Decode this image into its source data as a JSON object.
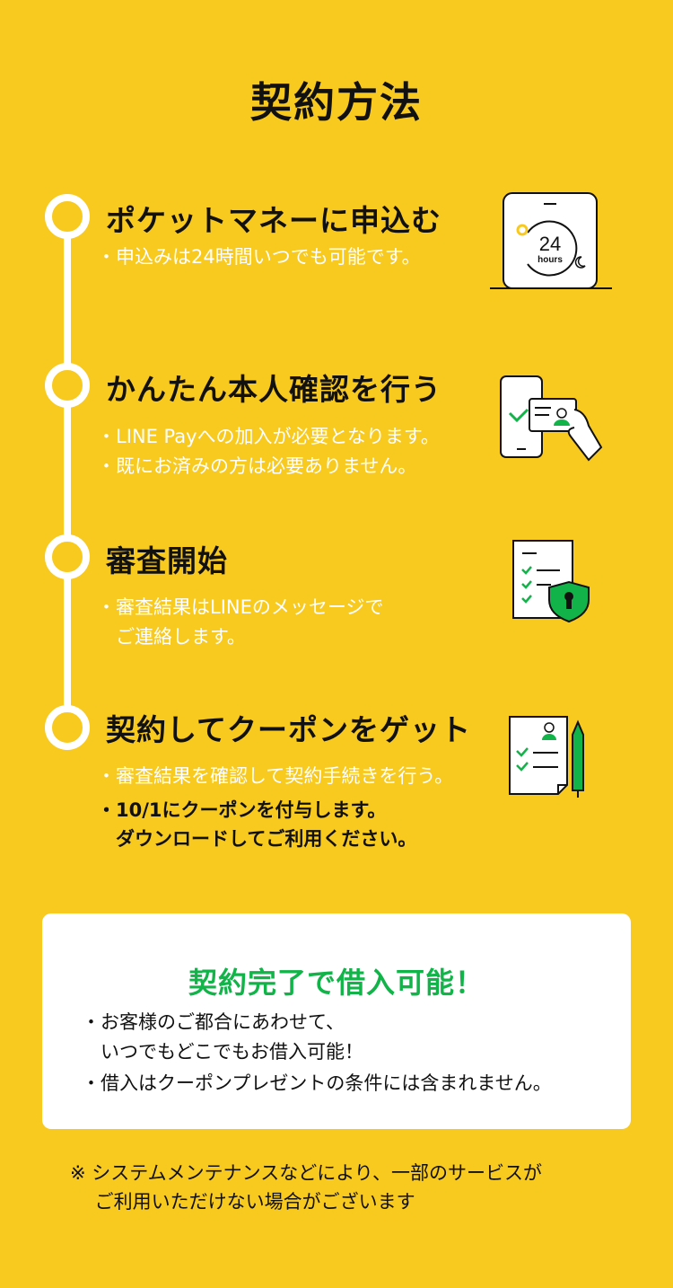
{
  "title": "契約方法",
  "steps": [
    {
      "title": "ポケットマネーに申込む",
      "notes": [
        "・申込みは24時間いつでも可能です。"
      ],
      "illustration": {
        "label_number": "24",
        "label_unit": "hours",
        "icon": "24-hours-clock-icon"
      }
    },
    {
      "title": "かんたん本人確認を行う",
      "notes": [
        "・LINE Payへの加入が必要となります。",
        "・既にお済みの方は必要ありません。"
      ],
      "illustration": {
        "icon": "id-card-phone-icon"
      }
    },
    {
      "title": "審査開始",
      "notes": [
        "・審査結果はLINEのメッセージで",
        "　ご連絡します。"
      ],
      "illustration": {
        "icon": "checklist-shield-icon"
      }
    },
    {
      "title": "契約してクーポンをゲット",
      "notes": [
        "・審査結果を確認して契約手続きを行う。"
      ],
      "bold_notes": [
        "・10/1にクーポンを付与します。",
        "　ダウンロードしてご利用ください。"
      ],
      "illustration": {
        "icon": "contract-pen-icon"
      }
    }
  ],
  "card": {
    "title": "契約完了で借入可能！",
    "notes": [
      "・お客様のご都合にあわせて、",
      "　いつでもどこでもお借入可能！",
      "・借入はクーポンプレゼントの条件には含まれません。"
    ]
  },
  "footnote": [
    "※ システムメンテナンスなどにより、一部のサービスが",
    "　 ご利用いただけない場合がございます"
  ],
  "colors": {
    "background": "#F8C91E",
    "accent_green": "#12B44A",
    "white": "#FFFFFF",
    "text": "#111111"
  }
}
